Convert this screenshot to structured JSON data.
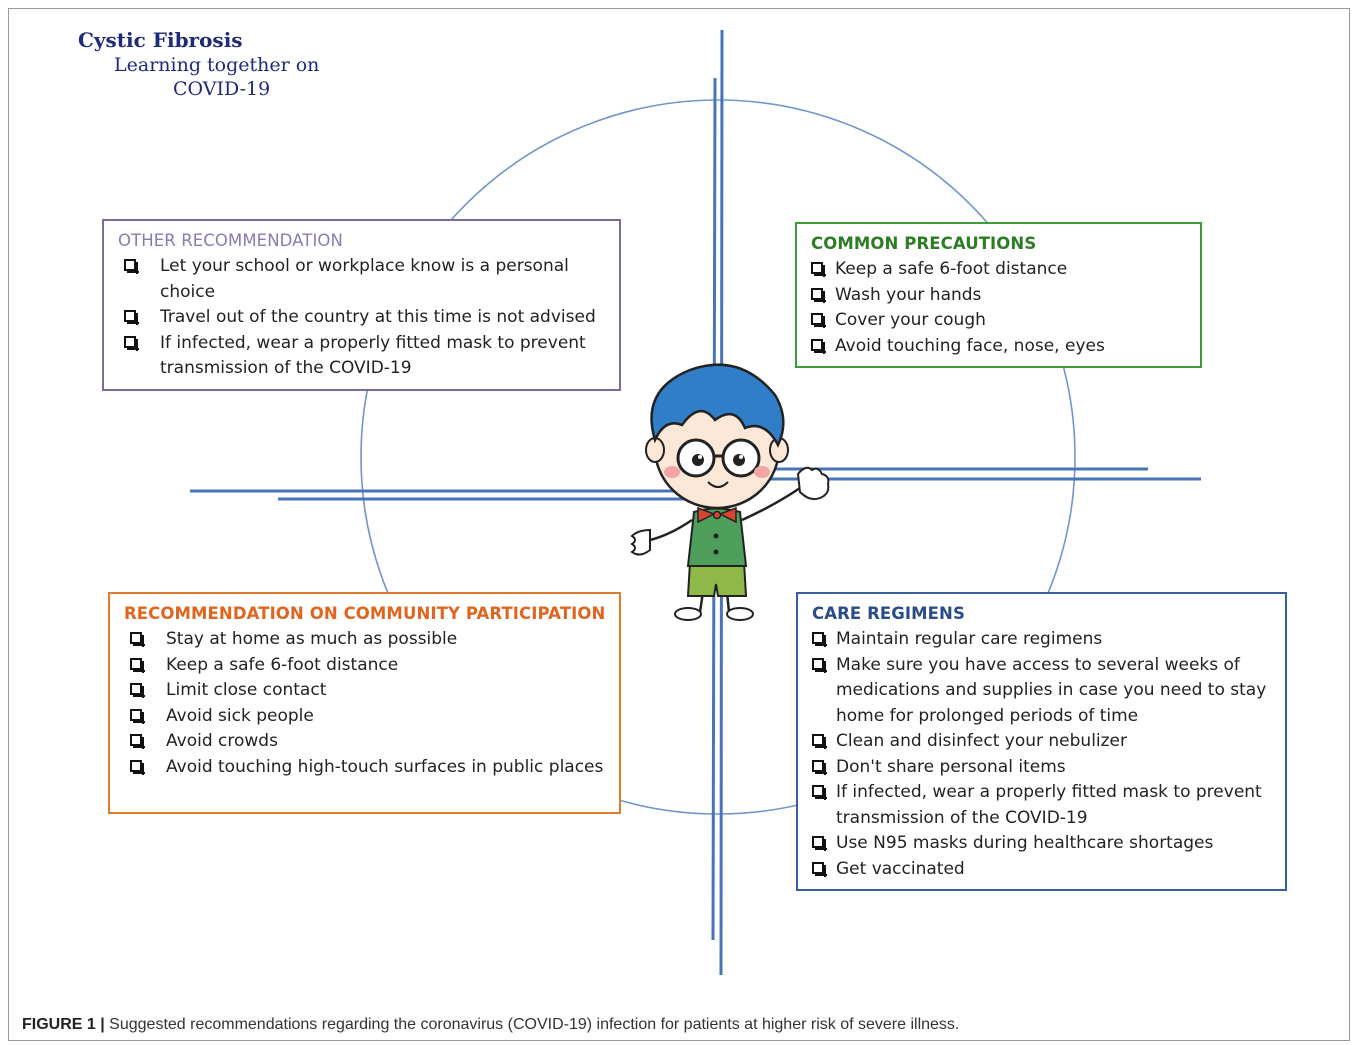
{
  "logo": {
    "line1": "Cystic Fibrosis",
    "line2": "Learning together on",
    "line3": "COVID-19"
  },
  "boxes": {
    "other": {
      "title": "OTHER RECOMMENDATION",
      "items": [
        "Let your school or workplace know is a personal choice",
        "Travel out of the country at this time is not advised",
        "If infected, wear a properly fitted mask to prevent transmission of the COVID-19"
      ]
    },
    "common": {
      "title": "COMMON PRECAUTIONS",
      "items": [
        "Keep a safe 6-foot distance",
        "Wash your hands",
        "Cover your cough",
        "Avoid touching face, nose, eyes"
      ]
    },
    "community": {
      "title": "RECOMMENDATION ON COMMUNITY PARTICIPATION",
      "items": [
        "Stay at home as much as possible",
        "Keep a safe 6-foot distance",
        "Limit close contact",
        "Avoid sick people",
        "Avoid crowds",
        "Avoid touching high-touch surfaces in public places"
      ]
    },
    "care": {
      "title": "CARE REGIMENS",
      "items": [
        "Maintain regular care regimens",
        "Make sure you have access to several weeks of medications and supplies in case you need to stay home for prolonged periods of time",
        "Clean and disinfect your nebulizer",
        "Don't share personal items",
        "If infected, wear a properly fitted mask to prevent transmission of the COVID-19",
        "Use N95 masks during healthcare shortages",
        "Get vaccinated"
      ]
    }
  },
  "caption": {
    "label": "FIGURE 1 |",
    "text": "Suggested recommendations regarding the coronavirus (COVID-19) infection for patients at higher risk of severe illness."
  },
  "colors": {
    "axis": "#4a74b8",
    "circle": "#7096cc",
    "other": "#7d6a9a",
    "common": "#3d9b3a",
    "community": "#e07c2c",
    "care": "#3a5fa0"
  },
  "icons": [
    "checkbox-icon",
    "cartoon-child-icon"
  ]
}
